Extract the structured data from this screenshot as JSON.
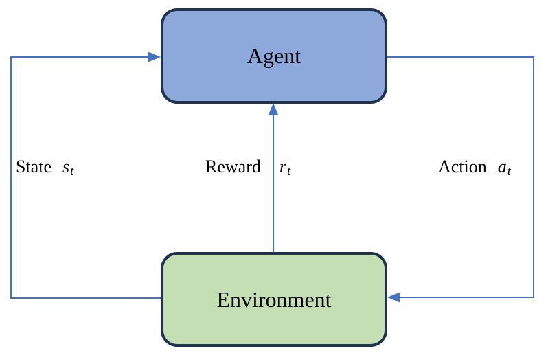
{
  "diagram": {
    "type": "reinforcement-learning-loop",
    "nodes": {
      "agent": {
        "label": "Agent",
        "fill": "#8DA9DC",
        "border": "#1F3250"
      },
      "environment": {
        "label": "Environment",
        "fill": "#C5DFB4",
        "border": "#1F3250"
      }
    },
    "edges": {
      "state": {
        "word": "State",
        "symbol": "s",
        "subscript": "t",
        "from": "environment",
        "to": "agent"
      },
      "reward": {
        "word": "Reward",
        "symbol": "r",
        "subscript": "t",
        "from": "environment",
        "to": "agent"
      },
      "action": {
        "word": "Action",
        "symbol": "a",
        "subscript": "t",
        "from": "agent",
        "to": "environment"
      }
    },
    "line_color": "#4472C4"
  }
}
